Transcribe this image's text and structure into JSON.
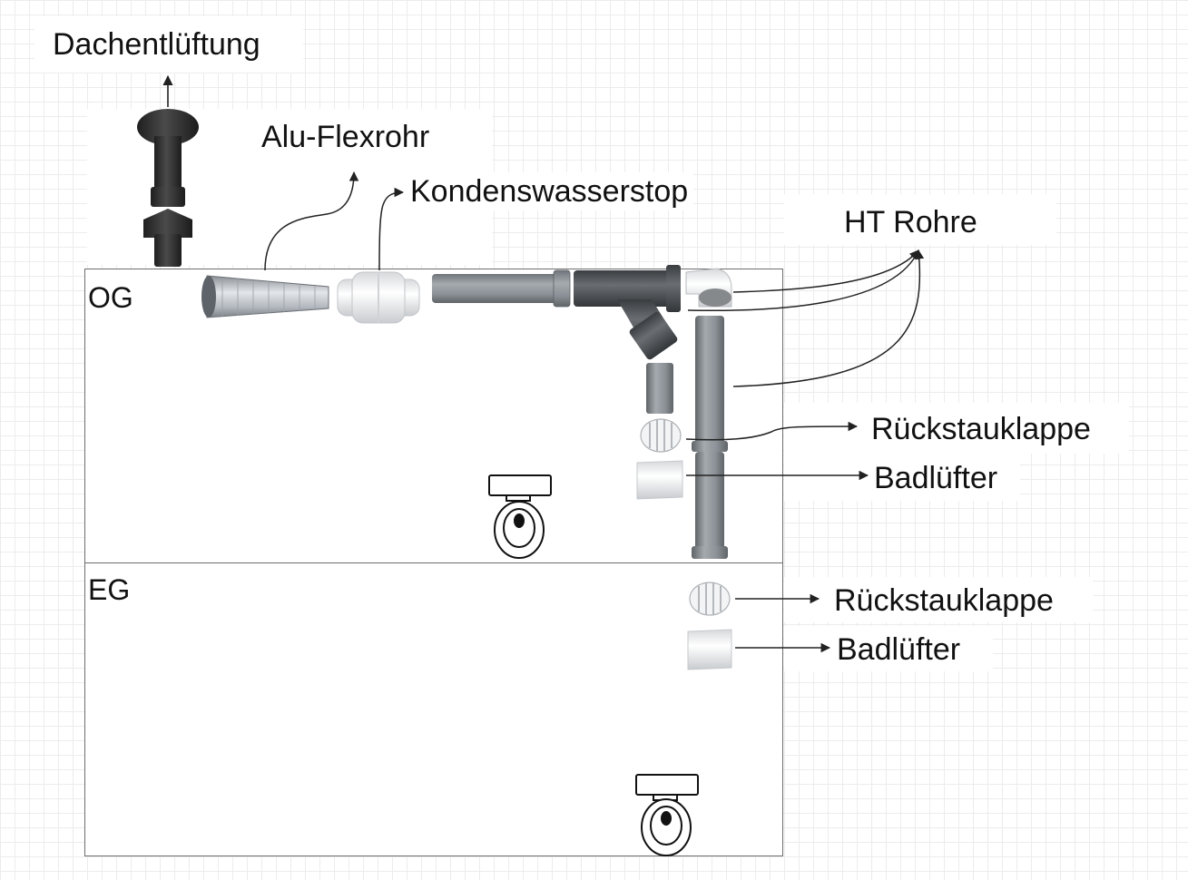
{
  "diagram": {
    "floors": {
      "upper": "OG",
      "ground": "EG"
    },
    "labels": {
      "roof_vent": "Dachentlüftung",
      "alu_flex": "Alu-Flexrohr",
      "condensate_stop": "Kondenswasserstop",
      "ht_pipes": "HT Rohre",
      "backflow_og": "Rückstauklappe",
      "bath_fan_og": "Badlüfter",
      "backflow_eg": "Rückstauklappe",
      "bath_fan_eg": "Badlüfter"
    },
    "colors": {
      "pipe_gray": "#8d9398",
      "pipe_dark": "#4a4d50",
      "roof_vent": "#2b2b2b",
      "alu": "#b9bec4",
      "line": "#222222",
      "room_border": "#6d6d6d"
    },
    "icons": [
      "roof-vent-icon",
      "alu-flex-pipe-icon",
      "condensate-stop-icon",
      "ht-pipe-icon",
      "y-branch-icon",
      "elbow-icon",
      "backflow-valve-icon",
      "bath-fan-icon",
      "toilet-icon"
    ]
  }
}
